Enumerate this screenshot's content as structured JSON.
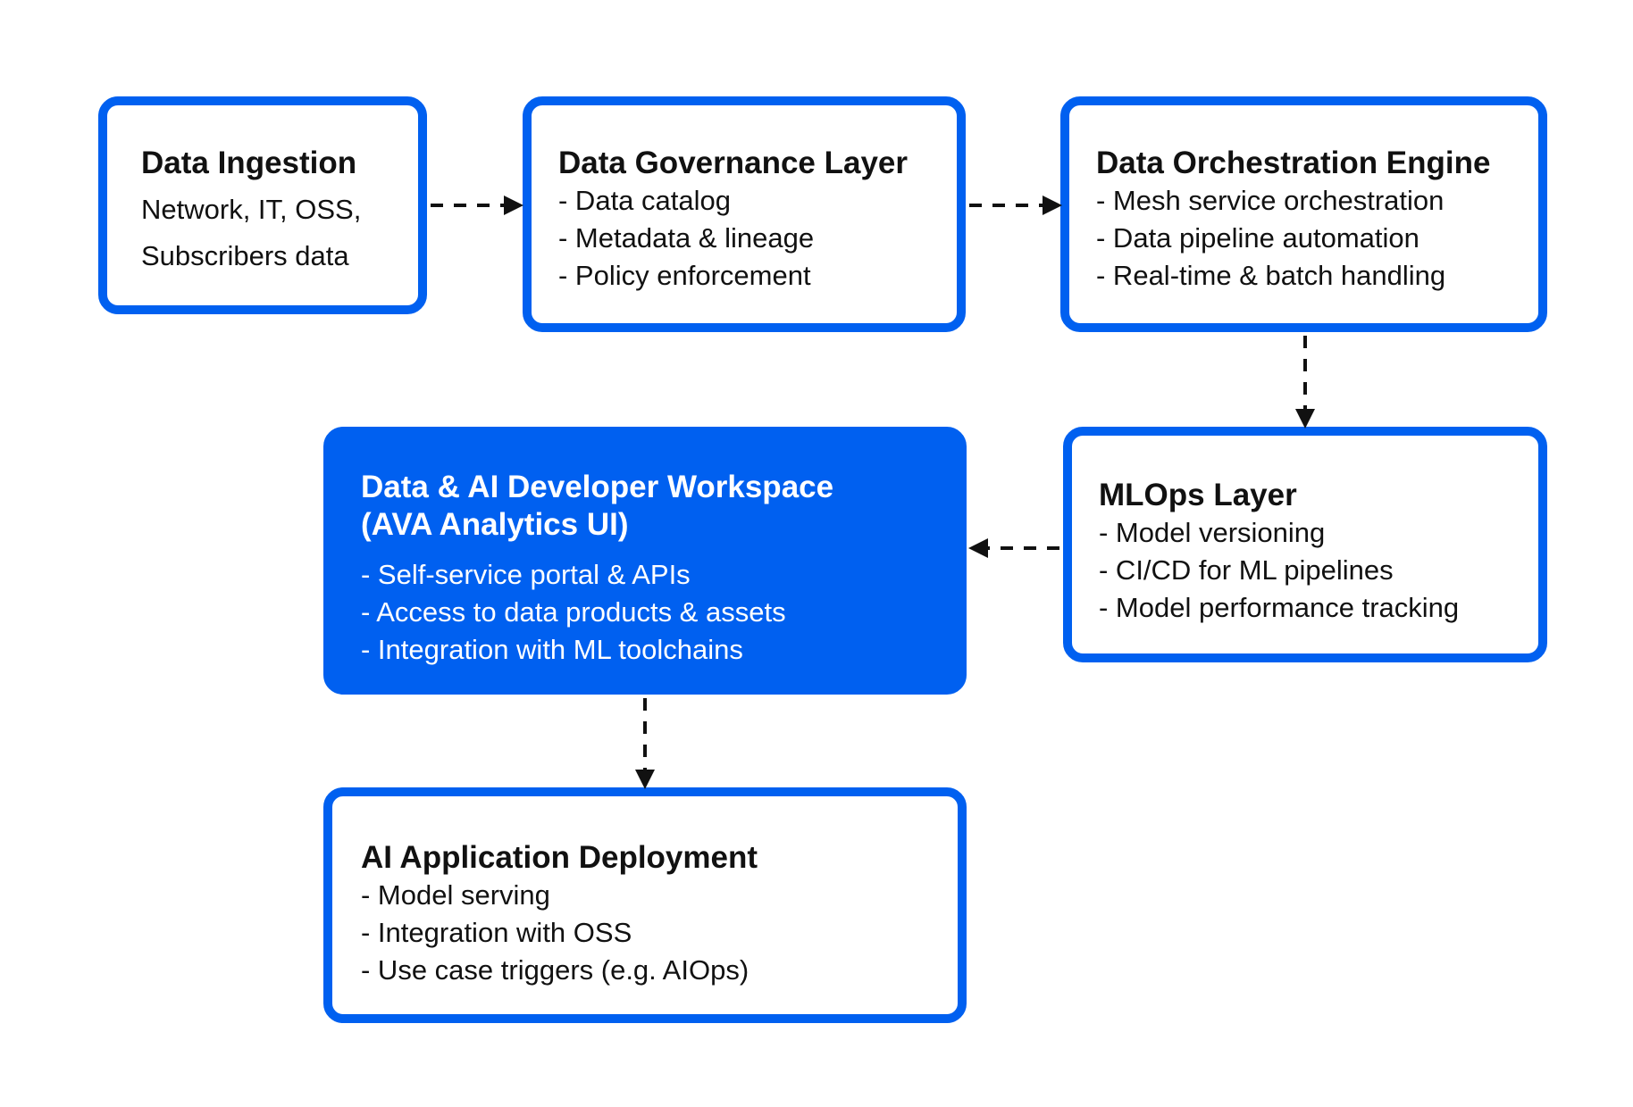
{
  "colors": {
    "accent": "#0060f0",
    "arrow": "#111111",
    "text": "#111111",
    "text_on_accent": "#ffffff"
  },
  "boxes": {
    "ingestion": {
      "title": "Data Ingestion",
      "lines": [
        "Network, IT, OSS,",
        "Subscribers data"
      ]
    },
    "governance": {
      "title": "Data Governance Layer",
      "items": [
        "- Data catalog",
        "- Metadata & lineage",
        "- Policy enforcement"
      ]
    },
    "orchestration": {
      "title": "Data Orchestration Engine",
      "items": [
        "- Mesh service orchestration",
        "- Data pipeline automation",
        "- Real-time & batch handling"
      ]
    },
    "mlops": {
      "title": "MLOps Layer",
      "items": [
        "- Model versioning",
        "- CI/CD for ML pipelines",
        "- Model performance tracking"
      ]
    },
    "workspace": {
      "title_line1": "Data & AI Developer Workspace",
      "title_line2": "(AVA Analytics UI)",
      "items": [
        "- Self-service portal & APIs",
        "- Access to data products & assets",
        "- Integration with ML toolchains"
      ]
    },
    "deployment": {
      "title": "AI Application Deployment",
      "items": [
        "- Model serving",
        "- Integration with OSS",
        "- Use case triggers (e.g. AIOps)"
      ]
    }
  },
  "connectors": [
    {
      "from": "ingestion",
      "to": "governance"
    },
    {
      "from": "governance",
      "to": "orchestration"
    },
    {
      "from": "orchestration",
      "to": "mlops"
    },
    {
      "from": "mlops",
      "to": "workspace"
    },
    {
      "from": "workspace",
      "to": "deployment"
    }
  ]
}
